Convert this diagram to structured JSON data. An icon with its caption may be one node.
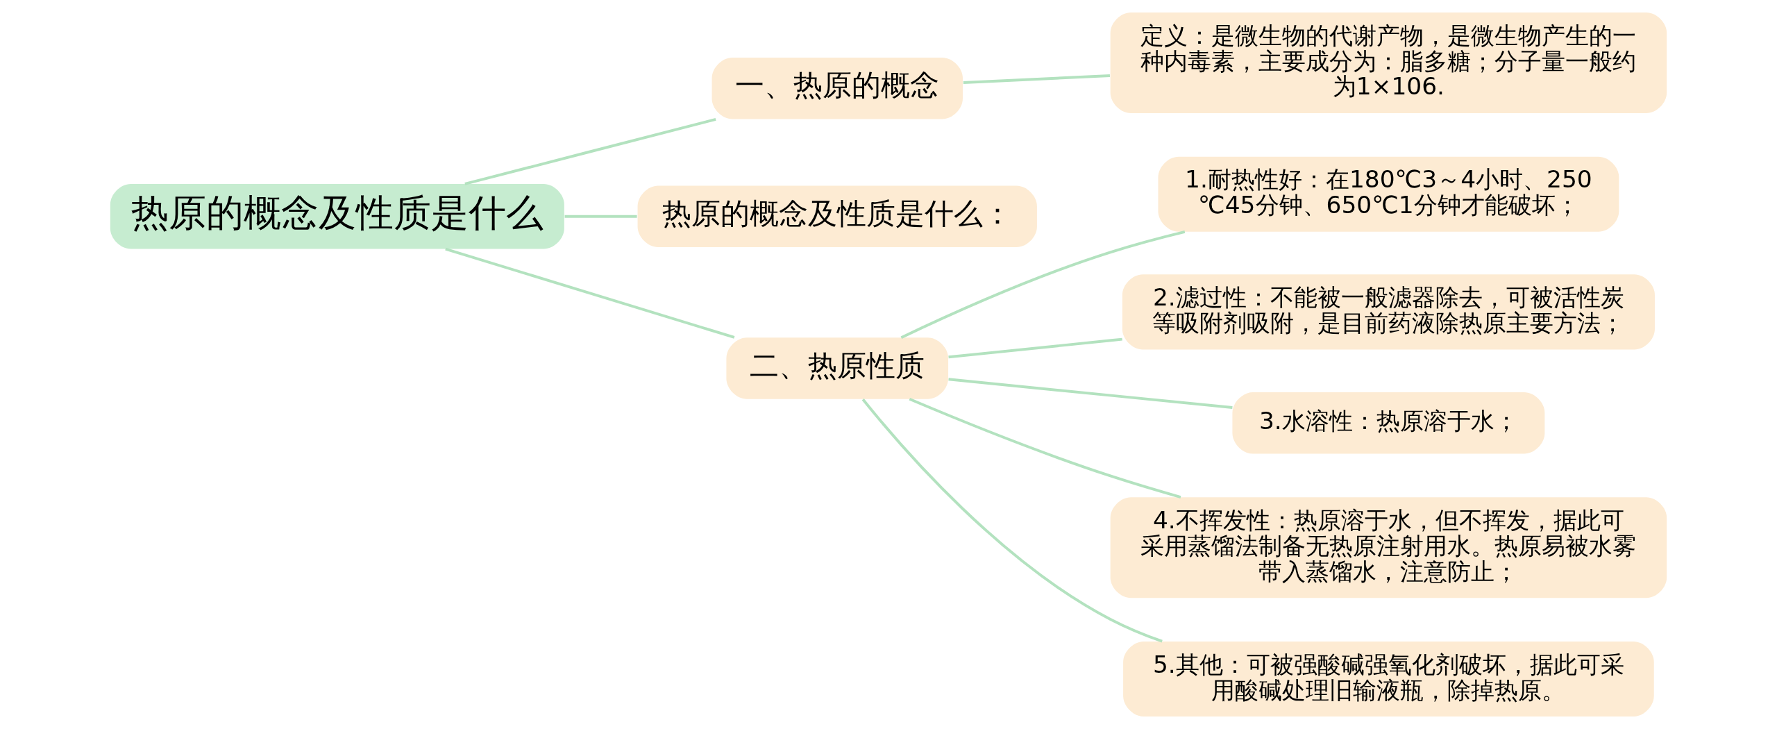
{
  "diagram": {
    "nodes": [
      {
        "text": [
          "热原的概念及性质是什么"
        ]
      },
      {
        "text": [
          "一、热原的概念"
        ]
      },
      {
        "text": [
          "定义：是微生物的代谢产物，是微生物产生的一种内毒素，主要成分为：脂多糖；分子量一般约为1×106."
        ]
      },
      {
        "text": [
          "热原的概念及性质是什么："
        ]
      },
      {
        "text": [
          "二、热原性质"
        ]
      },
      {
        "text": [
          "1.耐热性好：在180℃3～4小时、250℃45分钟、650℃1分钟才能破坏；"
        ]
      },
      {
        "text": [
          "2.滤过性：不能被一般滤器除去，可被活性炭等吸附剂吸附，是目前药液除热原主要方法；"
        ]
      },
      {
        "text": [
          "3.水溶性：热原溶于水；"
        ]
      },
      {
        "text": [
          "4.不挥发性：热原溶于水，但不挥发，据此可采用蒸馏法制备无热原注射用水。热原易被水雾带入蒸馏水，注意防止；"
        ]
      },
      {
        "text": [
          "5.其他：可被强酸碱强氧化剂破坏，据此可采用酸碱处理旧输液瓶，除掉热原。"
        ]
      }
    ],
    "edges": [
      {
        "from": 0,
        "to": 1,
        "arrow": "none"
      },
      {
        "from": 1,
        "to": 2,
        "arrow": "none"
      },
      {
        "from": 0,
        "to": 3,
        "arrow": "none"
      },
      {
        "from": 0,
        "to": 4,
        "arrow": "none"
      },
      {
        "from": 4,
        "to": 5,
        "arrow": "none"
      },
      {
        "from": 4,
        "to": 6,
        "arrow": "none"
      },
      {
        "from": 4,
        "to": 7,
        "arrow": "none"
      },
      {
        "from": 4,
        "to": 8,
        "arrow": "none"
      },
      {
        "from": 4,
        "to": 9,
        "arrow": "none"
      }
    ]
  }
}
